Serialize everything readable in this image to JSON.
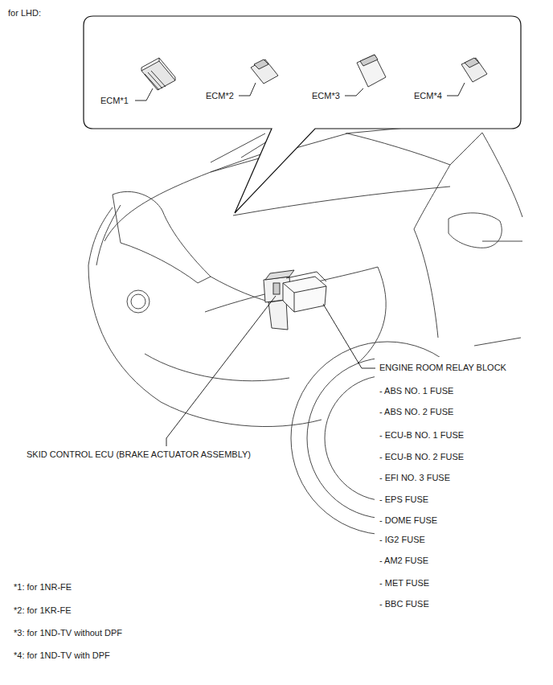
{
  "diagram": {
    "title": "for LHD:",
    "labels": [
      "ECM*1",
      "ECM*2",
      "ECM*3",
      "ECM*4",
      "ENGINE ROOM RELAY BLOCK",
      "- ABS NO. 1 FUSE",
      "- ABS NO. 2 FUSE",
      "- ECU-B NO. 1 FUSE",
      "- ECU-B NO. 2 FUSE",
      "- EFI NO. 3 FUSE",
      "- EPS FUSE",
      "- DOME FUSE",
      "- IG2 FUSE",
      "- AM2 FUSE",
      "- MET FUSE",
      "- BBC FUSE",
      "SKID CONTROL ECU (BRAKE ACTUATOR ASSEMBLY)",
      "*1: for 1NR-FE",
      "*2: for 1KR-FE",
      "*3: for 1ND-TV without DPF",
      "*4: for 1ND-TV with DPF"
    ]
  }
}
